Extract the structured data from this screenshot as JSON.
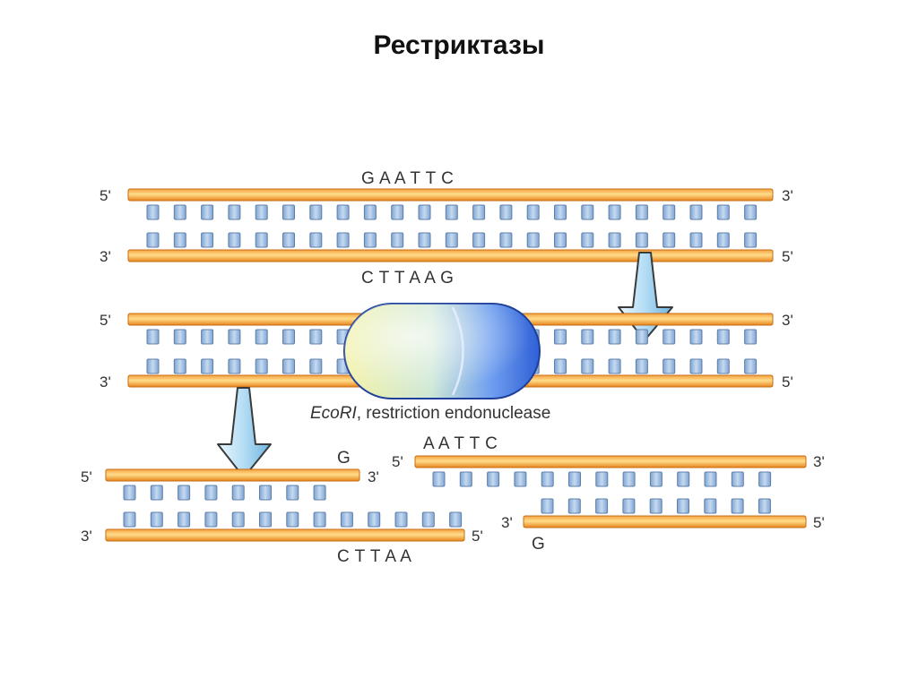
{
  "title": "Рестриктазы",
  "label_5": "5'",
  "label_3": "3'",
  "site_top": "G A A T T C",
  "site_bottom": "C T T A A G",
  "enzyme_name": "EcoRI",
  "enzyme_caption": ", restriction endonuclease",
  "left_fragment": {
    "top_end": "G",
    "bottom_end": "C T T A A"
  },
  "right_fragment": {
    "top_end": "A A T T C",
    "bottom_end": "G"
  },
  "colors": {
    "strand": "#f2962a",
    "strand_light": "#ffd37a",
    "base": "#98b8de",
    "base_stroke": "#5f7fa8",
    "arrow": "#bfe3f6",
    "arrow_stroke": "#3a3a3a"
  }
}
